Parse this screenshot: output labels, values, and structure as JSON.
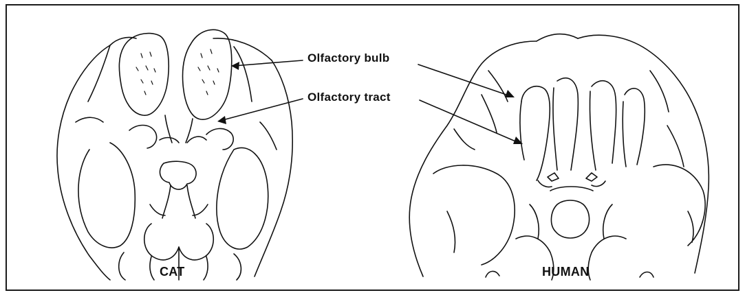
{
  "labels": {
    "olfactory_bulb": "Olfactory bulb",
    "olfactory_tract": "Olfactory tract",
    "cat": "CAT",
    "human": "HUMAN"
  },
  "colors": {
    "ink": "#111111",
    "background": "#ffffff"
  }
}
